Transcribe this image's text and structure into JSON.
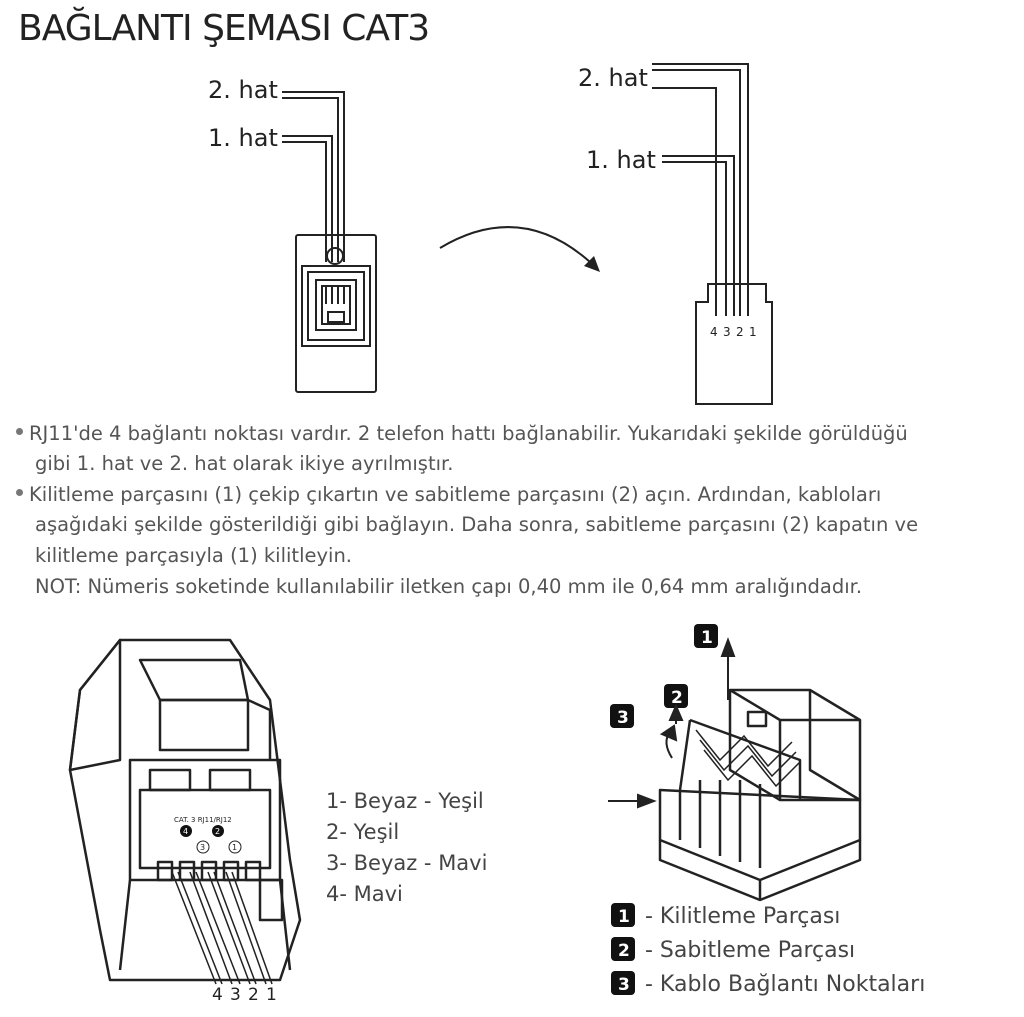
{
  "title": "BAĞLANTI ŞEMASI CAT3",
  "top_left": {
    "line2": "2. hat",
    "line1": "1. hat"
  },
  "top_right": {
    "line2": "2. hat",
    "line1": "1. hat",
    "pins": [
      "4",
      "3",
      "2",
      "1"
    ]
  },
  "paragraphs": {
    "p1_l1": "RJ11'de 4 bağlantı noktası vardır. 2 telefon hattı bağlanabilir. Yukarıdaki şekilde görüldüğü",
    "p1_l2": "gibi 1. hat ve 2. hat olarak ikiye ayrılmıştır.",
    "p2_l1": "Kilitleme parçasını (1) çekip çıkartın ve sabitleme parçasını (2) açın. Ardından, kabloları",
    "p2_l2": "aşağıdaki şekilde  gösterildiği gibi bağlayın. Daha sonra, sabitleme parçasını (2) kapatın ve",
    "p2_l3": "kilitleme parçasıyla (1) kilitleyin.",
    "note": "NOT: Nümeris soketinde kullanılabilir iletken çapı 0,40 mm ile 0,64 mm aralığındadır."
  },
  "jack": {
    "small_text": "CAT. 3 RJ11/RJ12",
    "circle_labels": [
      "4",
      "2",
      "3",
      "1"
    ],
    "pins": [
      "4",
      "3",
      "2",
      "1"
    ]
  },
  "colors": {
    "items": [
      "1- Beyaz - Yeşil",
      "2- Yeşil",
      "3- Beyaz - Mavi",
      "4- Mavi"
    ]
  },
  "badges": [
    "1",
    "2",
    "3"
  ],
  "parts": {
    "items": [
      {
        "num": "1",
        "label": "- Kilitleme Parçası"
      },
      {
        "num": "2",
        "label": "- Sabitleme Parçası"
      },
      {
        "num": "3",
        "label": "- Kablo Bağlantı Noktaları"
      }
    ]
  }
}
